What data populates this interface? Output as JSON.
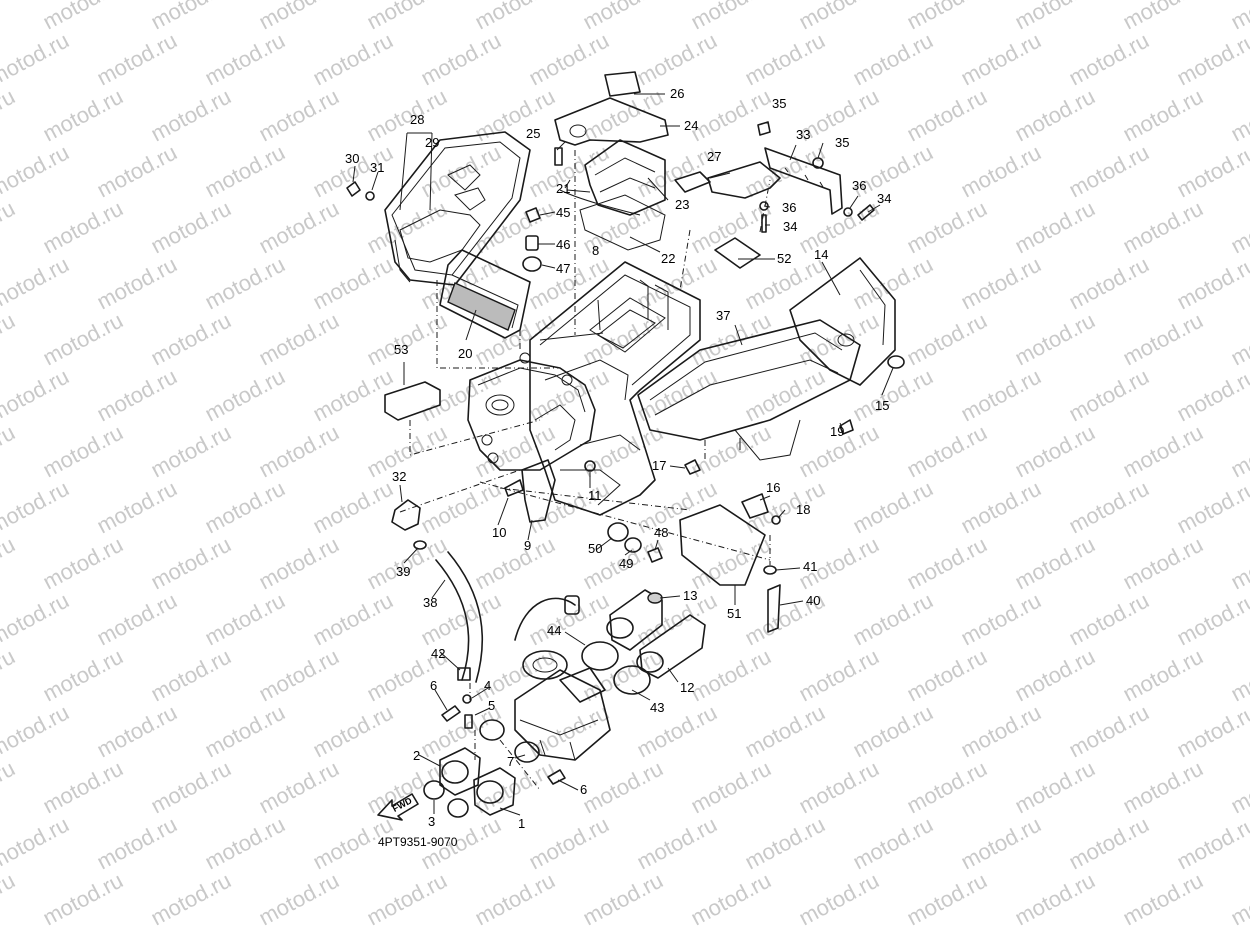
{
  "watermark": {
    "text": "motod.ru"
  },
  "diagram_code": "4PT9351-9070",
  "fwd_label": "FWD",
  "callouts": [
    {
      "id": "c1",
      "label": "1"
    },
    {
      "id": "c2",
      "label": "2"
    },
    {
      "id": "c3",
      "label": "3"
    },
    {
      "id": "c4",
      "label": "4"
    },
    {
      "id": "c5",
      "label": "5"
    },
    {
      "id": "c6a",
      "label": "6"
    },
    {
      "id": "c6b",
      "label": "6"
    },
    {
      "id": "c7",
      "label": "7"
    },
    {
      "id": "c8",
      "label": "8"
    },
    {
      "id": "c9",
      "label": "9"
    },
    {
      "id": "c10",
      "label": "10"
    },
    {
      "id": "c11",
      "label": "11"
    },
    {
      "id": "c12",
      "label": "12"
    },
    {
      "id": "c13",
      "label": "13"
    },
    {
      "id": "c14",
      "label": "14"
    },
    {
      "id": "c15",
      "label": "15"
    },
    {
      "id": "c16",
      "label": "16"
    },
    {
      "id": "c17",
      "label": "17"
    },
    {
      "id": "c18",
      "label": "18"
    },
    {
      "id": "c19",
      "label": "19"
    },
    {
      "id": "c20",
      "label": "20"
    },
    {
      "id": "c21",
      "label": "21"
    },
    {
      "id": "c22",
      "label": "22"
    },
    {
      "id": "c23",
      "label": "23"
    },
    {
      "id": "c24",
      "label": "24"
    },
    {
      "id": "c25",
      "label": "25"
    },
    {
      "id": "c26",
      "label": "26"
    },
    {
      "id": "c27",
      "label": "27"
    },
    {
      "id": "c28",
      "label": "28"
    },
    {
      "id": "c29",
      "label": "29"
    },
    {
      "id": "c30",
      "label": "30"
    },
    {
      "id": "c31",
      "label": "31"
    },
    {
      "id": "c32",
      "label": "32"
    },
    {
      "id": "c33",
      "label": "33"
    },
    {
      "id": "c34a",
      "label": "34"
    },
    {
      "id": "c34b",
      "label": "34"
    },
    {
      "id": "c35a",
      "label": "35"
    },
    {
      "id": "c35b",
      "label": "35"
    },
    {
      "id": "c36a",
      "label": "36"
    },
    {
      "id": "c36b",
      "label": "36"
    },
    {
      "id": "c37",
      "label": "37"
    },
    {
      "id": "c38",
      "label": "38"
    },
    {
      "id": "c39",
      "label": "39"
    },
    {
      "id": "c40",
      "label": "40"
    },
    {
      "id": "c41",
      "label": "41"
    },
    {
      "id": "c42",
      "label": "42"
    },
    {
      "id": "c43",
      "label": "43"
    },
    {
      "id": "c44",
      "label": "44"
    },
    {
      "id": "c45",
      "label": "45"
    },
    {
      "id": "c46",
      "label": "46"
    },
    {
      "id": "c47",
      "label": "47"
    },
    {
      "id": "c48",
      "label": "48"
    },
    {
      "id": "c49",
      "label": "49"
    },
    {
      "id": "c50",
      "label": "50"
    },
    {
      "id": "c51",
      "label": "51"
    },
    {
      "id": "c52",
      "label": "52"
    },
    {
      "id": "c53",
      "label": "53"
    }
  ]
}
